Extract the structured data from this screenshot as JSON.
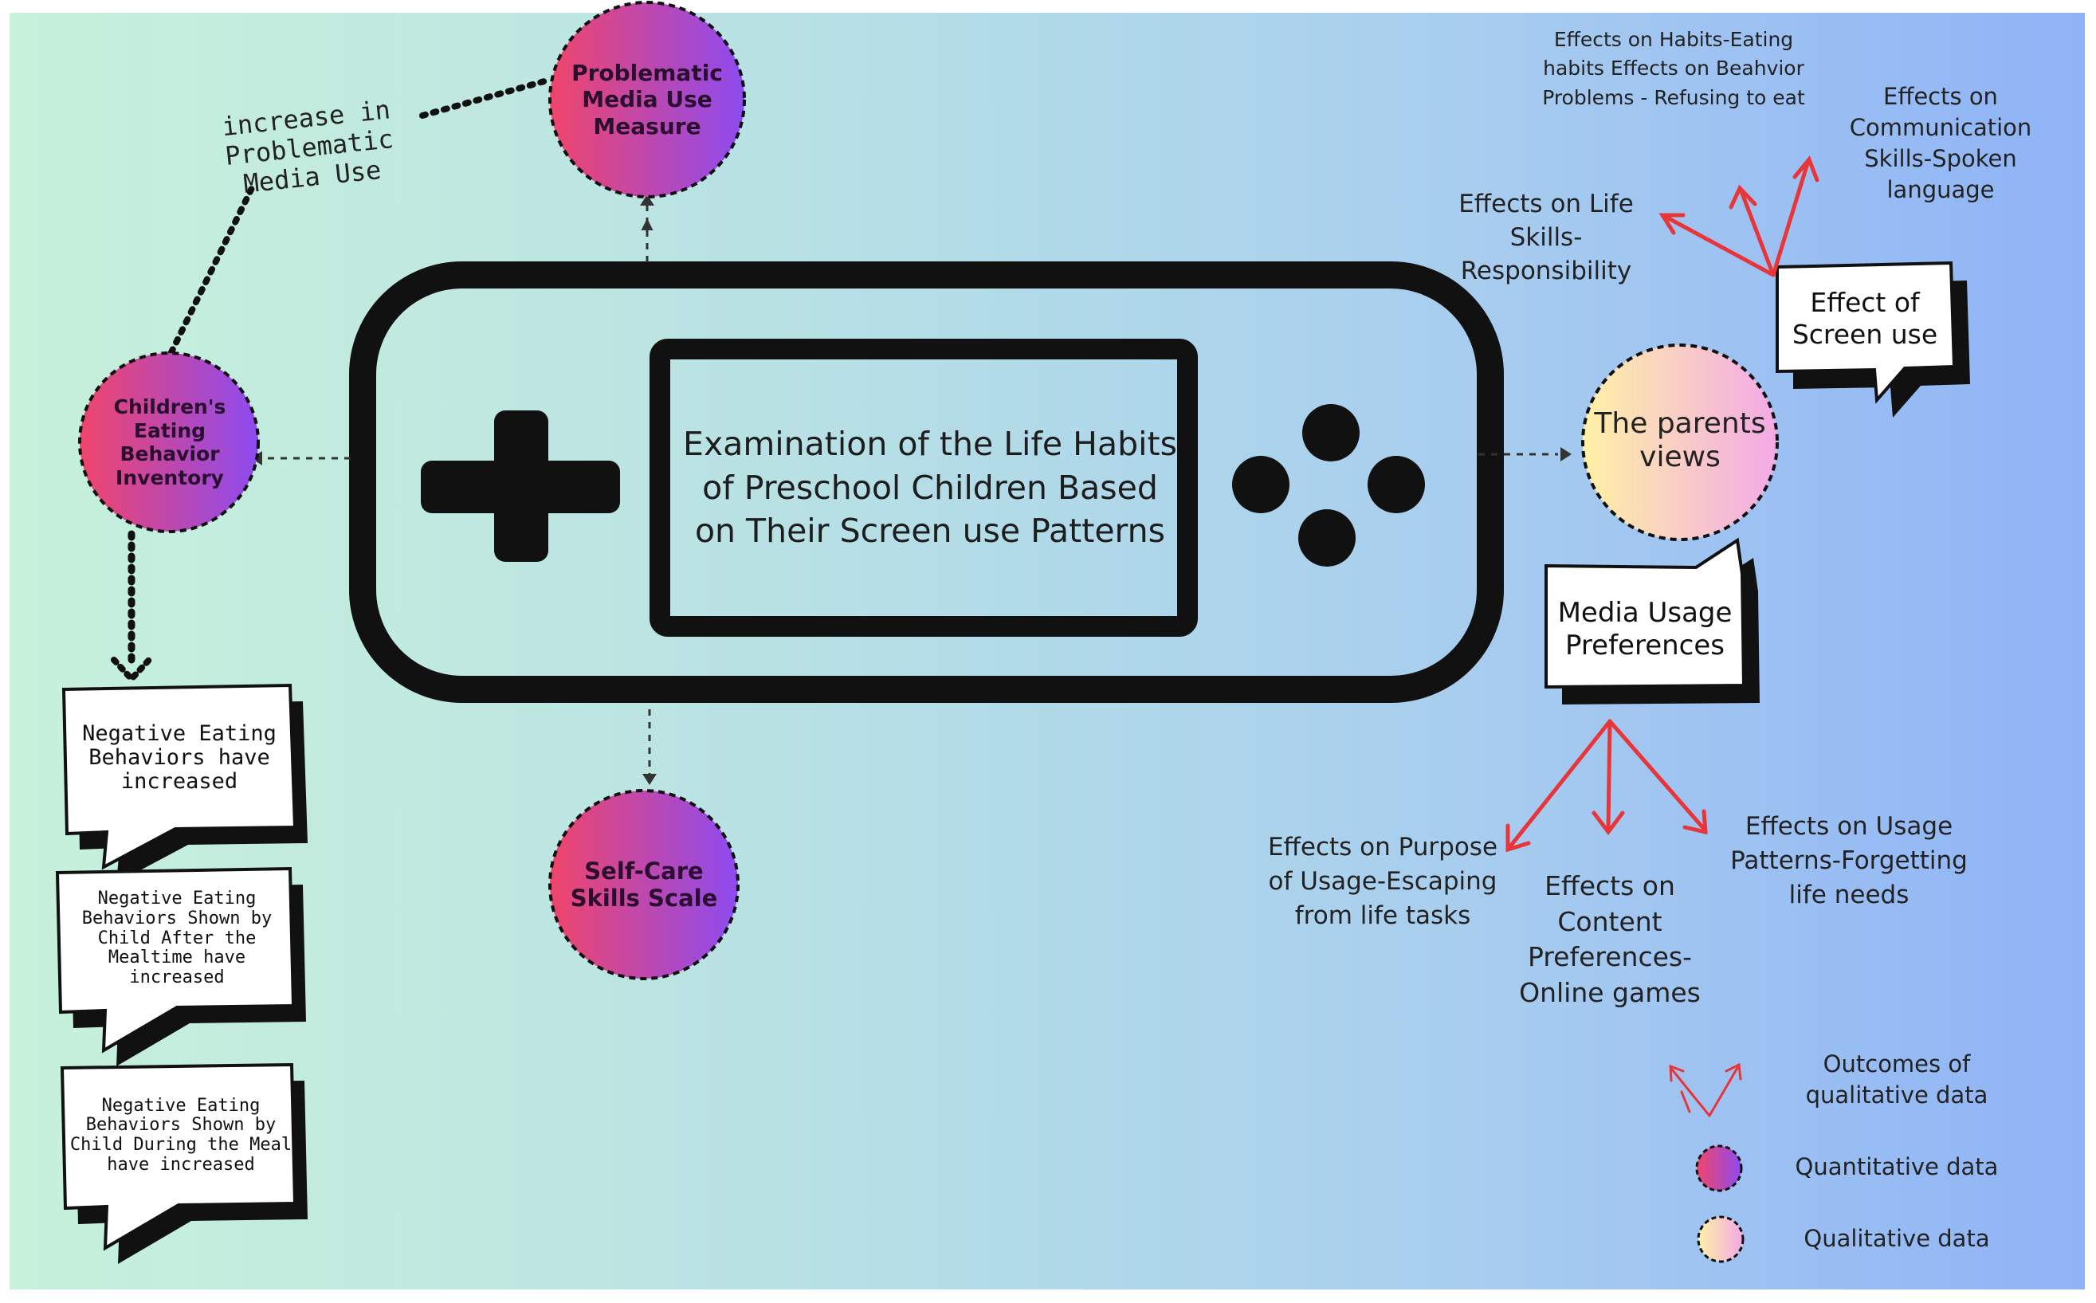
{
  "title": "Examination of the Life Habits of Preschool Children Based on Their Screen use Patterns",
  "nodes": {
    "problematic_media": "Problematic Media Use Measure",
    "eating_inventory": "Children's Eating Behavior Inventory",
    "self_care": "Self-Care Skills Scale",
    "parents_views": "The parents views"
  },
  "annotations": {
    "increase_problematic": "increase in Problematic Media Use"
  },
  "eating_findings": [
    "Negative Eating Behaviors have increased",
    "Negative Eating Behaviors Shown by Child After the Mealtime have increased",
    "Negative Eating Behaviors Shown by Child During the Meal have increased"
  ],
  "callouts": {
    "effect_screen": "Effect of Screen use",
    "media_usage": "Media Usage Preferences"
  },
  "screen_effects": {
    "habits": "Effects on Habits-Eating habits Effects on Beahvior Problems - Refusing to eat",
    "communication": "Effects on Communication Skills-Spoken language",
    "life_skills": "Effects on Life Skills-Responsibility"
  },
  "usage_effects": {
    "purpose": "Effects on Purpose of Usage-Escaping from life tasks",
    "content": "Effects on Content Preferences-Online games",
    "patterns": "Effects on Usage Patterns-Forgetting life needs"
  },
  "legend": {
    "arrows": "Outcomes of qualitative data",
    "quantitative": "Quantitative data",
    "qualitative": "Qualitative data"
  },
  "colors": {
    "quant_start": "#f0456a",
    "quant_end": "#8d4bf0",
    "qual_start": "#fff1a6",
    "qual_end": "#f3a9e6",
    "arrow_red": "#e8353a"
  }
}
